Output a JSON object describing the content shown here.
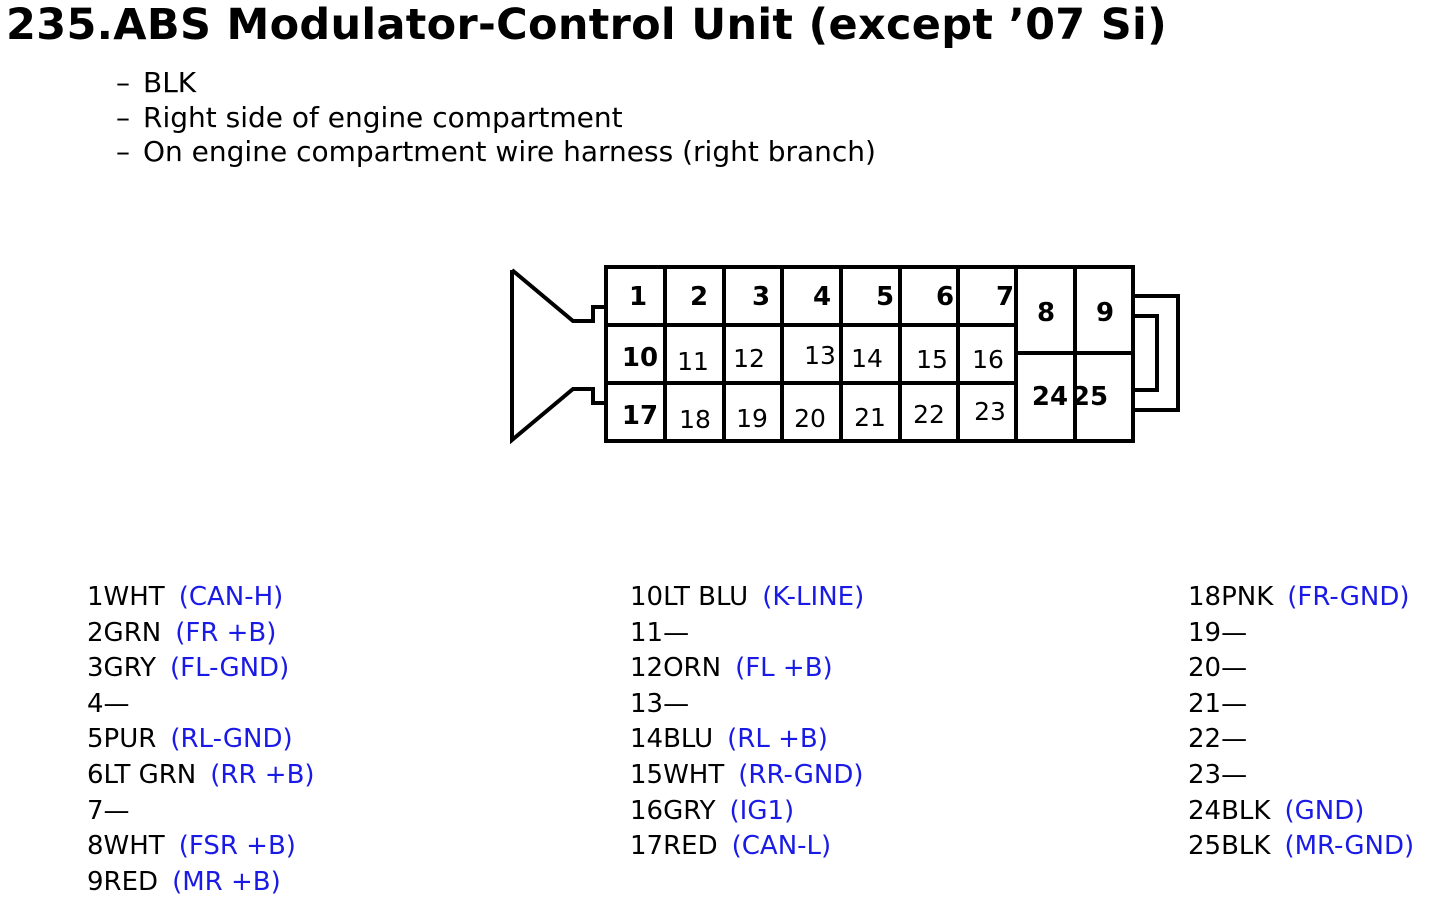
{
  "title": "235.ABS Modulator-Control Unit (except ’07 Si)",
  "details": [
    "BLK",
    "Right side of engine compartment",
    "On engine compartment wire harness (right branch)"
  ],
  "connector": {
    "rows": [
      [
        "1",
        "2",
        "3",
        "4",
        "5",
        "6",
        "7"
      ],
      [
        "10",
        "11",
        "12",
        "13",
        "14",
        "15",
        "16"
      ],
      [
        "17",
        "18",
        "19",
        "20",
        "21",
        "22",
        "23"
      ]
    ],
    "large_pins": [
      "8",
      "9",
      "24",
      "25"
    ]
  },
  "pinout": {
    "columns": [
      [
        {
          "pin": "1",
          "wire": "WHT",
          "signal": "(CAN-H)"
        },
        {
          "pin": "2",
          "wire": "GRN",
          "signal": "(FR +B)"
        },
        {
          "pin": "3",
          "wire": "GRY",
          "signal": "(FL-GND)"
        },
        {
          "pin": "4",
          "wire": "—",
          "signal": ""
        },
        {
          "pin": "5",
          "wire": "PUR",
          "signal": "(RL-GND)"
        },
        {
          "pin": "6",
          "wire": "LT GRN",
          "signal": "(RR +B)"
        },
        {
          "pin": "7",
          "wire": "—",
          "signal": ""
        },
        {
          "pin": "8",
          "wire": "WHT",
          "signal": "(FSR +B)"
        },
        {
          "pin": "9",
          "wire": "RED",
          "signal": "(MR +B)"
        }
      ],
      [
        {
          "pin": "10",
          "wire": "LT BLU",
          "signal": "(K-LINE)"
        },
        {
          "pin": "11",
          "wire": "—",
          "signal": ""
        },
        {
          "pin": "12",
          "wire": "ORN",
          "signal": "(FL +B)"
        },
        {
          "pin": "13",
          "wire": "—",
          "signal": ""
        },
        {
          "pin": "14",
          "wire": "BLU",
          "signal": "(RL +B)"
        },
        {
          "pin": "15",
          "wire": "WHT",
          "signal": "(RR-GND)"
        },
        {
          "pin": "16",
          "wire": "GRY",
          "signal": "(IG1)"
        },
        {
          "pin": "17",
          "wire": "RED",
          "signal": "(CAN-L)"
        }
      ],
      [
        {
          "pin": "18",
          "wire": "PNK",
          "signal": "(FR-GND)"
        },
        {
          "pin": "19",
          "wire": "—",
          "signal": ""
        },
        {
          "pin": "20",
          "wire": "—",
          "signal": ""
        },
        {
          "pin": "21",
          "wire": "—",
          "signal": ""
        },
        {
          "pin": "22",
          "wire": "—",
          "signal": ""
        },
        {
          "pin": "23",
          "wire": "—",
          "signal": ""
        },
        {
          "pin": "24",
          "wire": "BLK",
          "signal": "(GND)"
        },
        {
          "pin": "25",
          "wire": "BLK",
          "signal": "(MR-GND)"
        }
      ]
    ]
  },
  "colors": {
    "signal": "#1a1ae6",
    "line": "#000000"
  }
}
